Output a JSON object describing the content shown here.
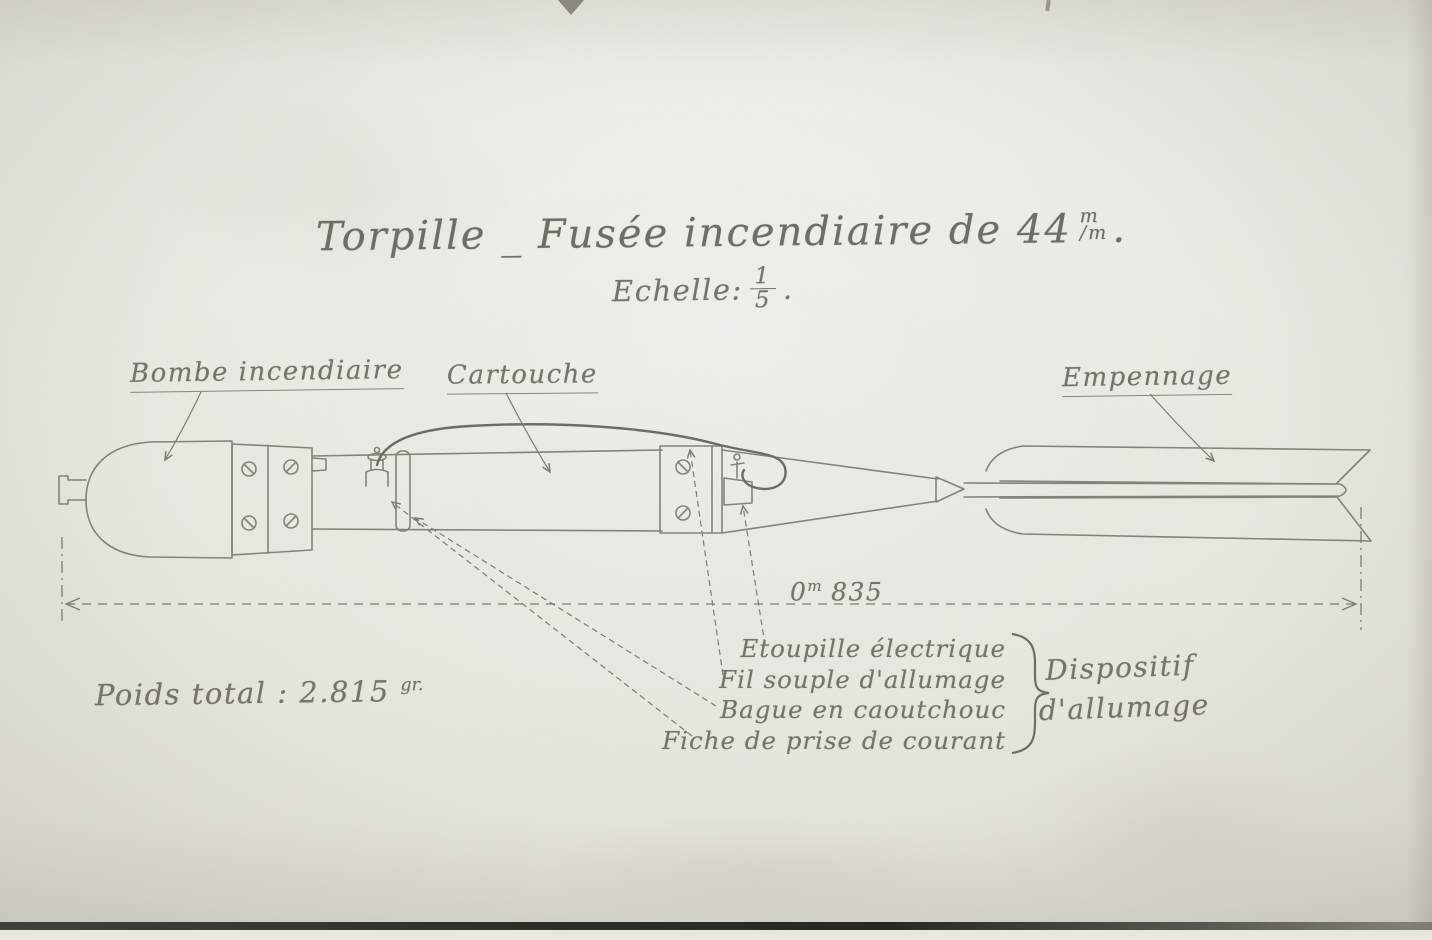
{
  "document": {
    "title": {
      "main": "Torpille _ Fusée incendiaire de 44",
      "unit_top": "m",
      "unit_bottom": "/m",
      "suffix": "."
    },
    "scale": {
      "label": "Echelle:",
      "numerator": "1",
      "denominator": "5",
      "suffix": "."
    },
    "part_labels": {
      "bombe": "Bombe incendiaire",
      "cartouche": "Cartouche",
      "empennage": "Empennage"
    },
    "dimension": {
      "value": "0",
      "unit": "m",
      "rest": " 835"
    },
    "weight": {
      "label": "Poids total : 2.815",
      "unit": "gr."
    },
    "ignition_parts": {
      "etoupille": "Etoupille électrique",
      "fil": "Fil souple d'allumage",
      "bague": "Bague en caoutchouc",
      "fiche": "Fiche de prise de courant"
    },
    "ignition_group": {
      "line1": "Dispositif",
      "line2": "d'allumage"
    },
    "colors": {
      "paper": "#e9e6e0",
      "pencil_ink": "#76736b",
      "drawing_stroke": "#85827a"
    }
  }
}
